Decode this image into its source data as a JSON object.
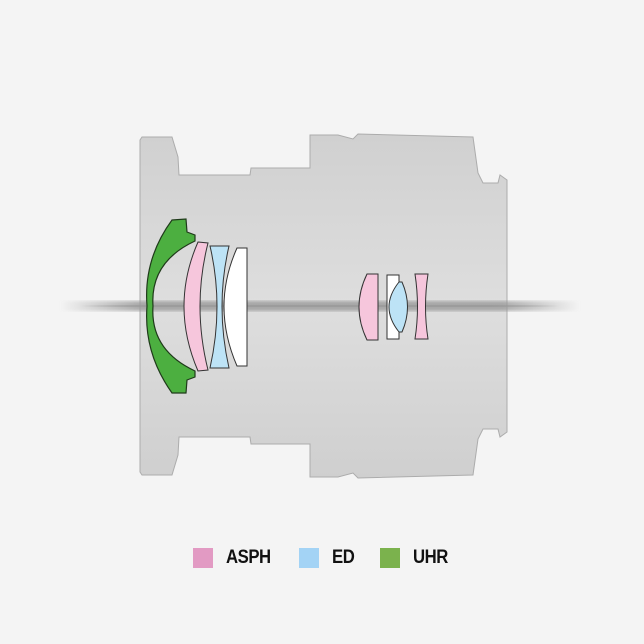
{
  "legend": [
    {
      "label": "ASPH",
      "color": "#e29ac3"
    },
    {
      "label": "ED",
      "color": "#a3d3f5"
    },
    {
      "label": "UHR",
      "color": "#7bb24d"
    }
  ],
  "colors": {
    "background": "#f4f4f4",
    "barrel": "#d6d6d6",
    "asph_lens_fill": "#f6c6dc",
    "ed_lens_fill": "#bde3f6",
    "uhr_lens_fill": "#4caf40",
    "plain_lens_fill": "#ffffff"
  }
}
